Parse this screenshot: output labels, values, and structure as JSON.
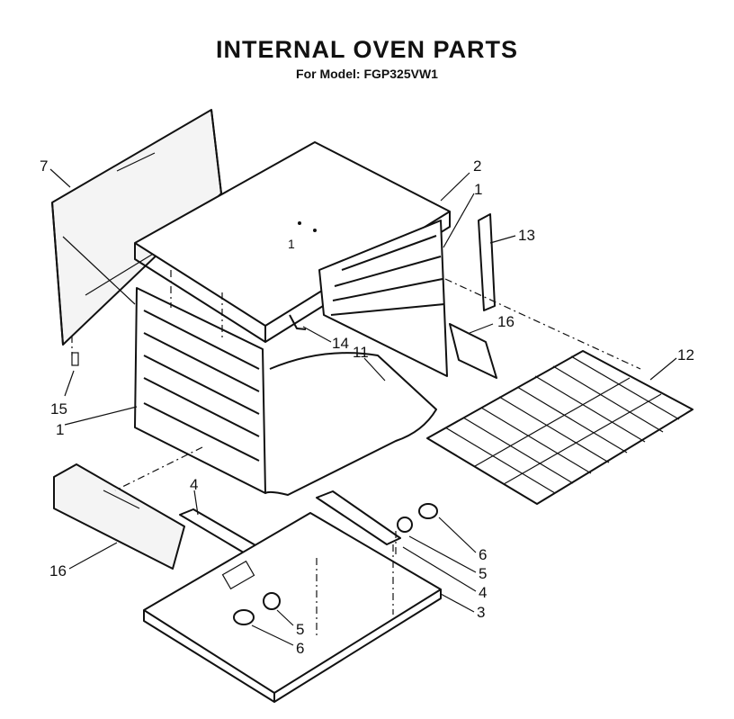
{
  "header": {
    "title": "INTERNAL OVEN PARTS",
    "model": "For Model: FGP325VW1"
  },
  "callouts": [
    {
      "id": "c7",
      "label": "7"
    },
    {
      "id": "c2",
      "label": "2"
    },
    {
      "id": "c1a",
      "label": "1"
    },
    {
      "id": "c13",
      "label": "13"
    },
    {
      "id": "c16a",
      "label": "16"
    },
    {
      "id": "c14",
      "label": "14"
    },
    {
      "id": "c11",
      "label": "11"
    },
    {
      "id": "c12",
      "label": "12"
    },
    {
      "id": "c15",
      "label": "15"
    },
    {
      "id": "c1b",
      "label": "1"
    },
    {
      "id": "c4a",
      "label": "4"
    },
    {
      "id": "c6a",
      "label": "6"
    },
    {
      "id": "c5a",
      "label": "5"
    },
    {
      "id": "c4b",
      "label": "4"
    },
    {
      "id": "c3",
      "label": "3"
    },
    {
      "id": "c16b",
      "label": "16"
    },
    {
      "id": "c5b",
      "label": "5"
    },
    {
      "id": "c6b",
      "label": "6"
    }
  ]
}
